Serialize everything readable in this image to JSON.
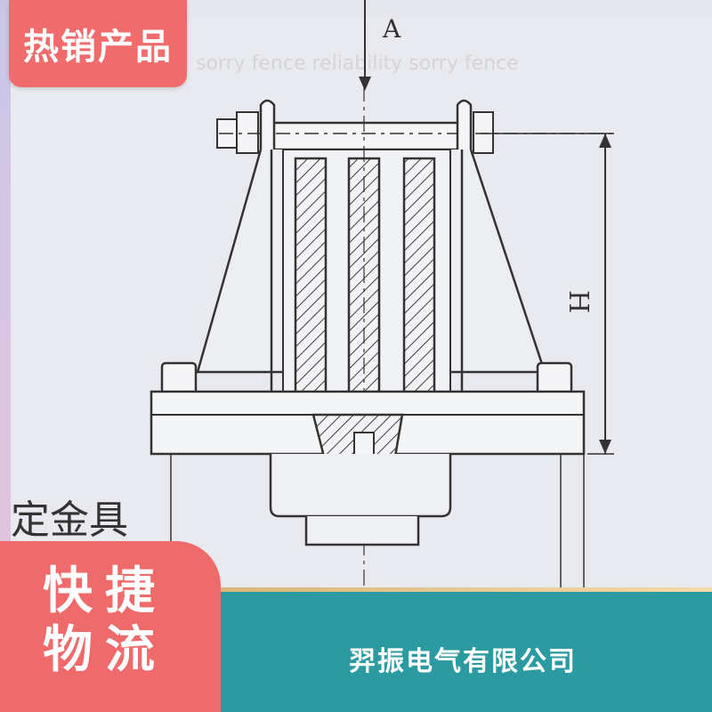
{
  "badge": {
    "label": "热销产品"
  },
  "drawing": {
    "dim_a_label": "A",
    "dim_h_label": "H",
    "side_label": "定金具"
  },
  "promo": {
    "line1": "快捷",
    "line2": "物流"
  },
  "footer": {
    "company": "羿振电气有限公司"
  },
  "colors": {
    "badge_bg": "#f06b6b",
    "banner_bg": "#2b9aa1",
    "accent_gold": "#e0c48a"
  }
}
